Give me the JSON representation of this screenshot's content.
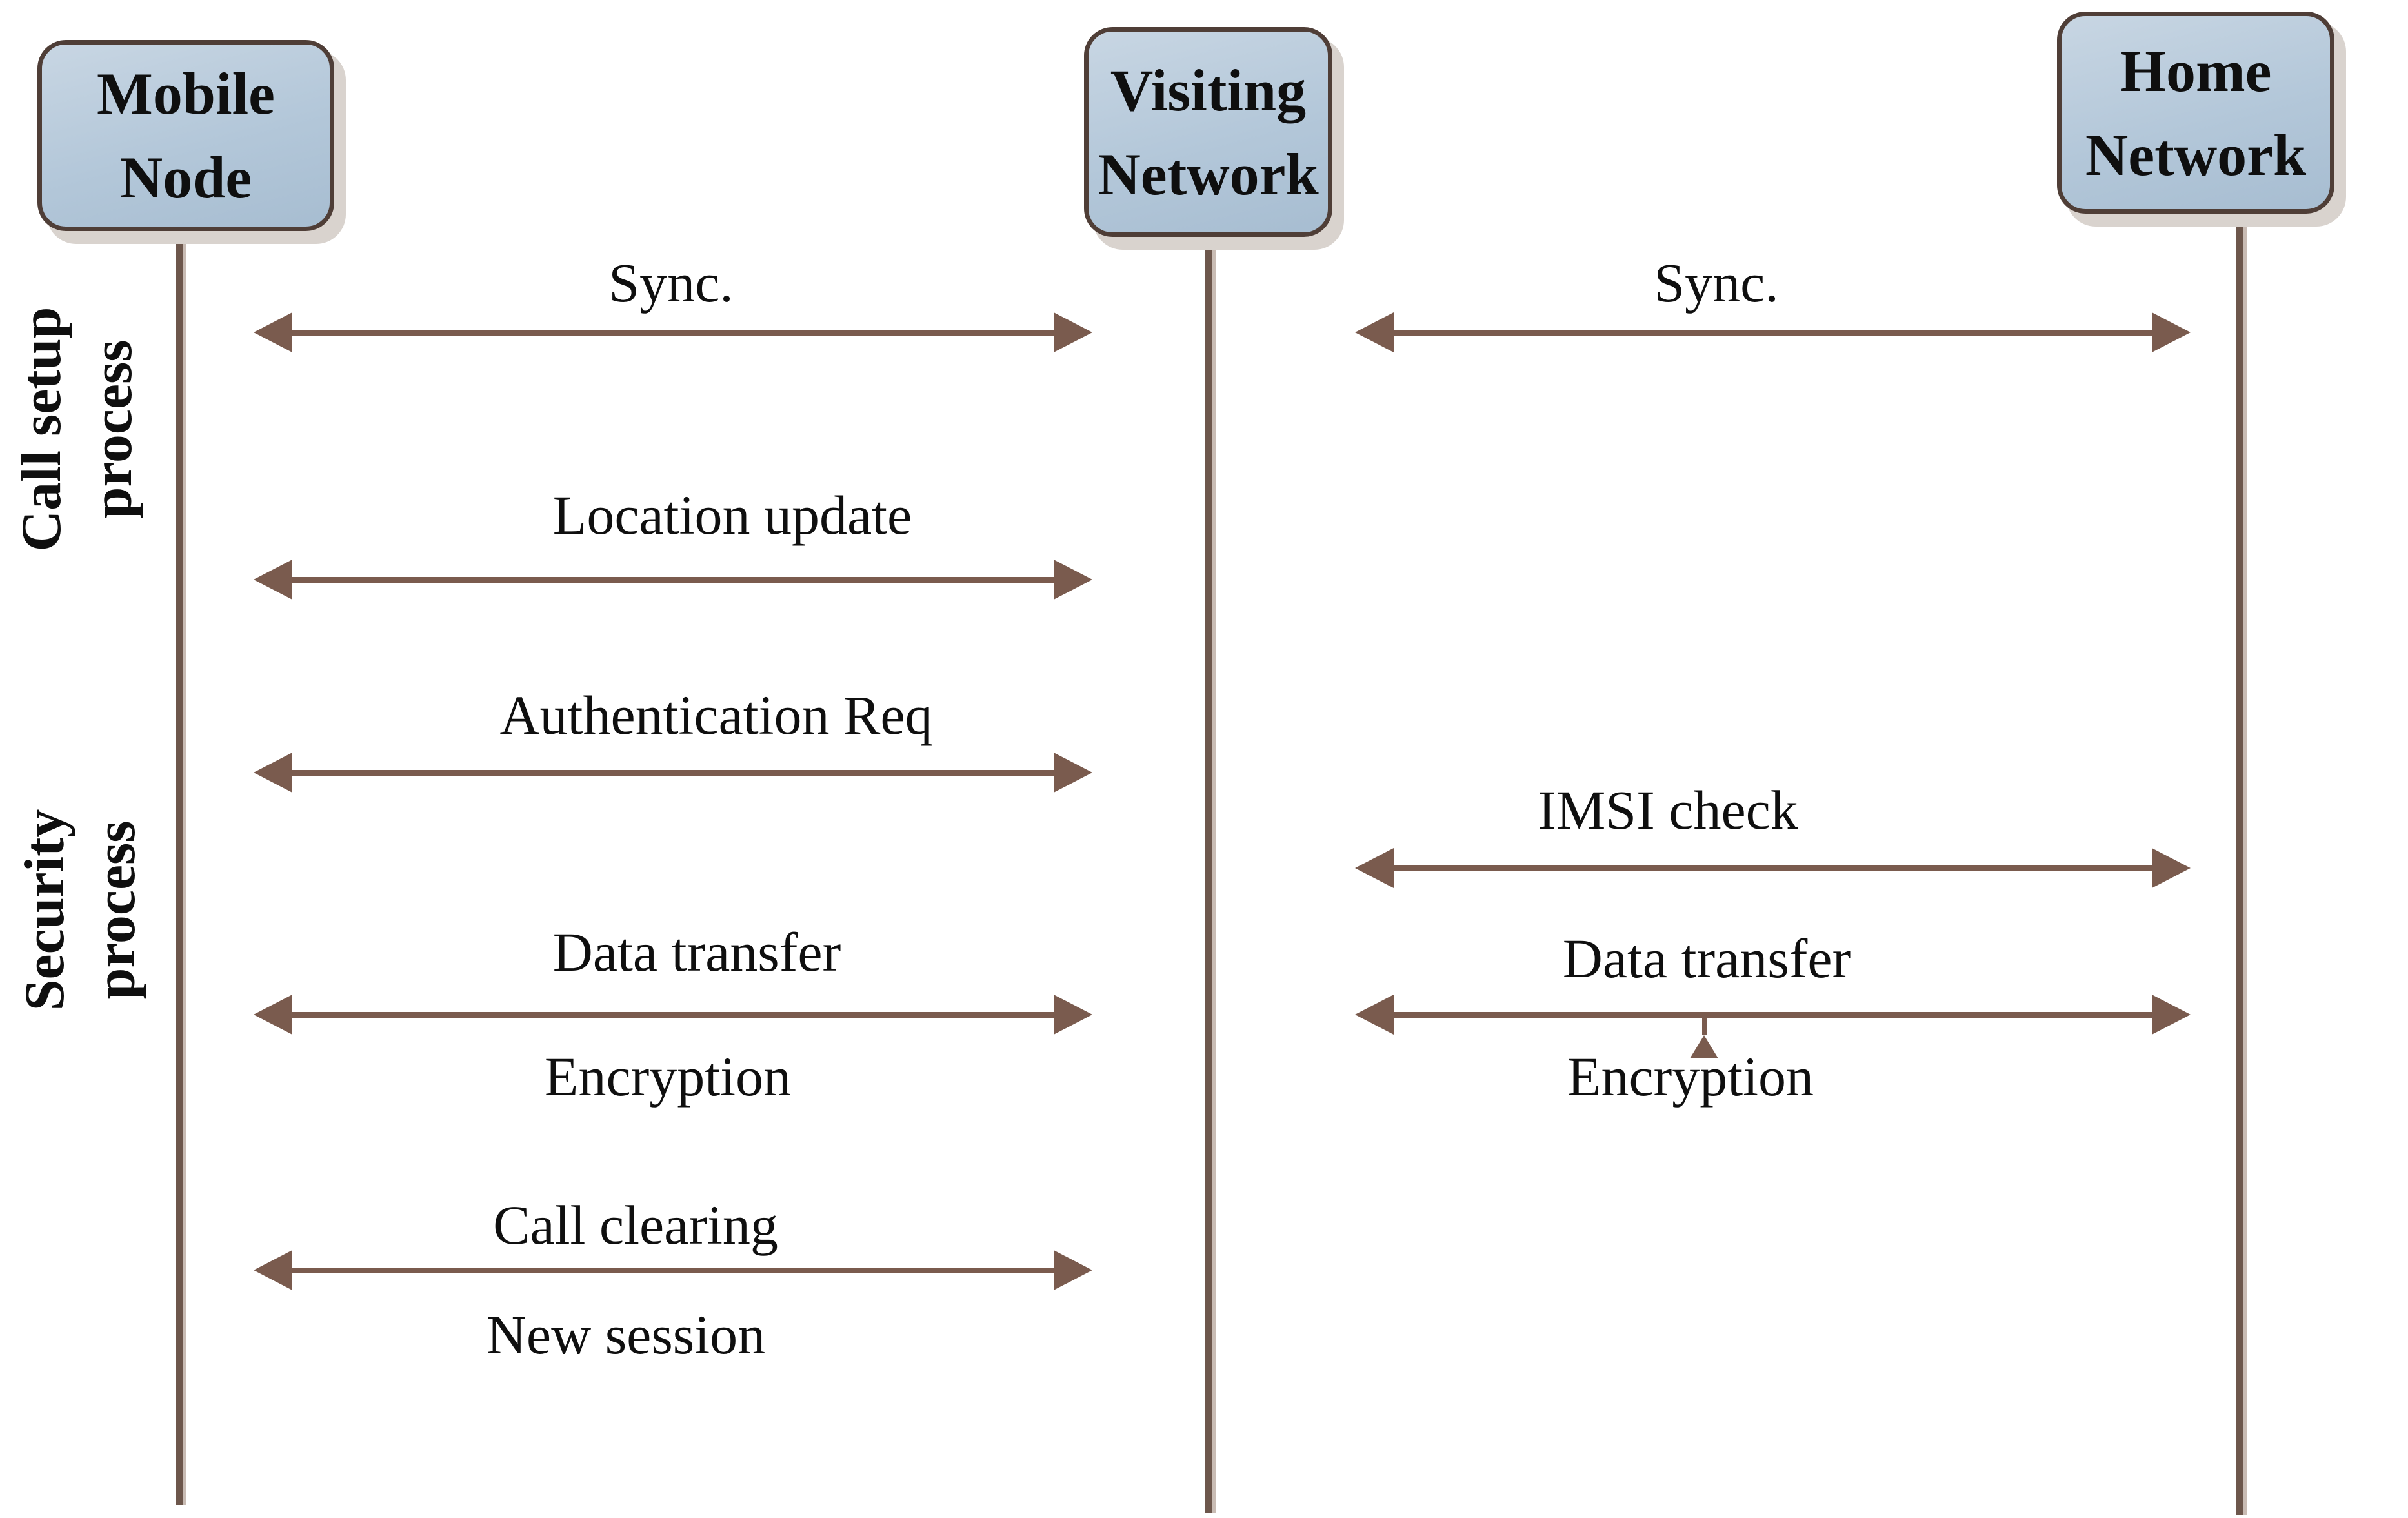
{
  "colors": {
    "background": "#ffffff",
    "arrow": "#7a5b4e",
    "lifeline": "#6d574c",
    "boxFillTop": "#c8d6e3",
    "boxFillBottom": "#a7bdd1",
    "boxBorder": "#4f3e37",
    "boxShadow": "#d9d3ce",
    "text": "#0f0f0f"
  },
  "actors": [
    {
      "id": "mobile-node",
      "lines": [
        "Mobile",
        "Node"
      ]
    },
    {
      "id": "visiting-network",
      "lines": [
        "Visiting",
        "Network"
      ]
    },
    {
      "id": "home-network",
      "lines": [
        "Home",
        "Network"
      ]
    }
  ],
  "phases": [
    {
      "id": "call-setup-process",
      "lines": [
        "Call setup",
        "process"
      ]
    },
    {
      "id": "security-process",
      "lines": [
        "Security",
        "process"
      ]
    }
  ],
  "messages": {
    "left": [
      {
        "above": "Sync."
      },
      {
        "above": "Location update"
      },
      {
        "above": "Authentication Req"
      },
      {
        "above": "Data transfer",
        "below": "Encryption"
      },
      {
        "above": "Call clearing",
        "below": "New session"
      }
    ],
    "right": [
      {
        "above": "Sync."
      },
      {
        "above": "IMSI check"
      },
      {
        "above": "Data transfer",
        "below": "Encryption"
      }
    ]
  }
}
